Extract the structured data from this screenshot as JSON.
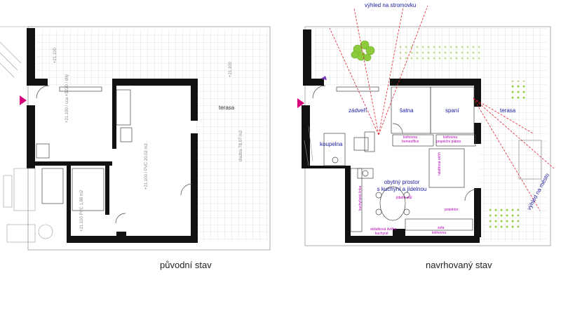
{
  "captions": {
    "original": "původní stav",
    "proposed": "navrhovaný stav"
  },
  "original_plan": {
    "terrace_label": "terasa"
  },
  "proposed_plan": {
    "rooms": {
      "hall": "zádveří",
      "bathroom": "koupelna",
      "wardrobe": "šatna",
      "bedroom": "spaní",
      "terrace": "terasa",
      "living_line1": "obytný prostor",
      "living_line2": "s kuchyní a jídelnou"
    },
    "views": {
      "to_tree": "výhled na stromovku",
      "to_city": "výhled na město"
    },
    "furniture_notes": {
      "library_home_office_1": "knihovna",
      "library_home_office_2": "homeoffice",
      "library_projection_1": "knihovna",
      "library_projection_2": "projekční plátno",
      "kitchen_line": "kuchyňská linka",
      "dining_table": "jídelní stůl",
      "projector": "projektor",
      "sliding_doors_1": "skládková dvířka",
      "sliding_doors_2": "kuchyně",
      "sofa_1": "sofa",
      "sofa_2": "knihovna",
      "wardrobe_note": "nástěnná skříň"
    }
  },
  "colors": {
    "wall": "#111111",
    "grid": "#c8c8c8",
    "room_label": "#1a1aa0",
    "annotation": "#b000b0",
    "entry_marker": "#d6007a",
    "view_line": "#e02030",
    "greenery": "#8ccc3c"
  }
}
